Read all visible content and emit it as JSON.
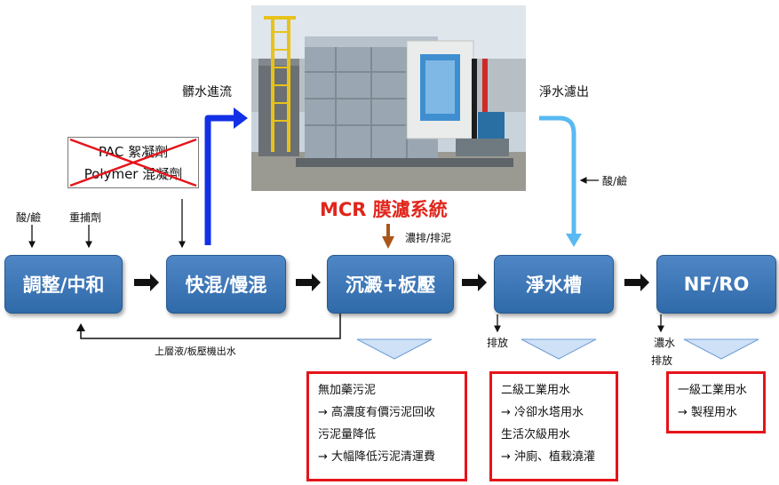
{
  "system_title": "MCR 膜濾系統",
  "inflow_label": "髒水進流",
  "outflow_label": "淨水濾出",
  "chem": {
    "acid_base_1": "酸/鹼",
    "heavy_metal_capture": "重捕劑",
    "acid_base_2": "酸/鹼",
    "pac": "PAC 絮凝劑",
    "polymer": "Polymer 混凝劑"
  },
  "sludge_label": "濃排/排泥",
  "return_label": "上層液/板壓機出水",
  "discharge_1": "排放",
  "discharge_2a": "濃水",
  "discharge_2b": "排放",
  "processes": {
    "p1": "調整/中和",
    "p2": "快混/慢混",
    "p3": "沉澱+板壓",
    "p4": "淨水槽",
    "p5": "NF/RO"
  },
  "results": {
    "box1": [
      "無加藥污泥",
      "→ 高濃度有價污泥回收",
      "污泥量降低",
      "→ 大幅降低污泥清運費"
    ],
    "box2": [
      "二級工業用水",
      "→ 冷卻水塔用水",
      "生活次級用水",
      "→ 沖廁、植栽澆灌"
    ],
    "box3": [
      "一級工業用水",
      "→ 製程用水"
    ]
  },
  "colors": {
    "process_blue": "#3a78bd",
    "inflow_arrow": "#1230e6",
    "outflow_arrow": "#59b9f2",
    "sludge_arrow": "#a8561a",
    "highlight_red": "#e5141a"
  }
}
